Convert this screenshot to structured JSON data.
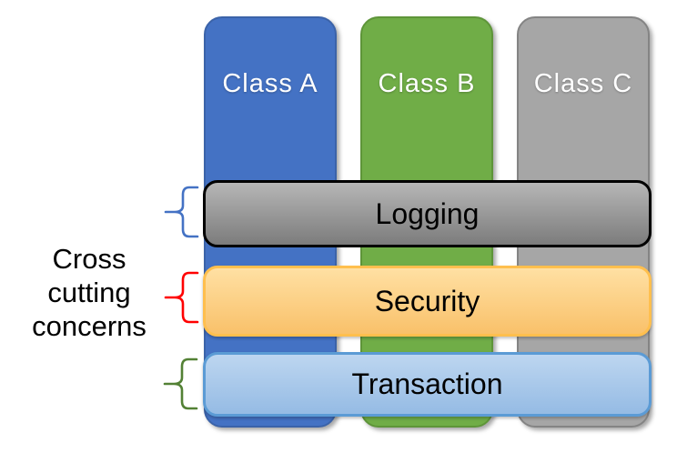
{
  "diagram": {
    "title": "Cross cutting concerns",
    "side_label_lines": {
      "line1": "Cross",
      "line2": "cutting",
      "line3": "concerns"
    },
    "classes": [
      {
        "label": "Class A",
        "fill": "#4472C4",
        "border": "#3B63A9",
        "text_color": "#FFFFFF"
      },
      {
        "label": "Class B",
        "fill": "#70AD47",
        "border": "#5E9539",
        "text_color": "#FFFFFF"
      },
      {
        "label": "Class C",
        "fill": "#A6A6A6",
        "border": "#848484",
        "text_color": "#FFFFFF"
      }
    ],
    "concerns": [
      {
        "label": "Logging",
        "fill_top": "#B6B6B6",
        "fill_bottom": "#7C7C7C",
        "border": "#000000",
        "brace_color": "#4472C4"
      },
      {
        "label": "Security",
        "fill_top": "#FFE0A3",
        "fill_bottom": "#F9C16A",
        "border": "#FFBF4E",
        "brace_color": "#FF0000"
      },
      {
        "label": "Transaction",
        "fill_top": "#BDD6F0",
        "fill_bottom": "#95BBE4",
        "border": "#5B9BD5",
        "brace_color": "#538135"
      }
    ]
  }
}
